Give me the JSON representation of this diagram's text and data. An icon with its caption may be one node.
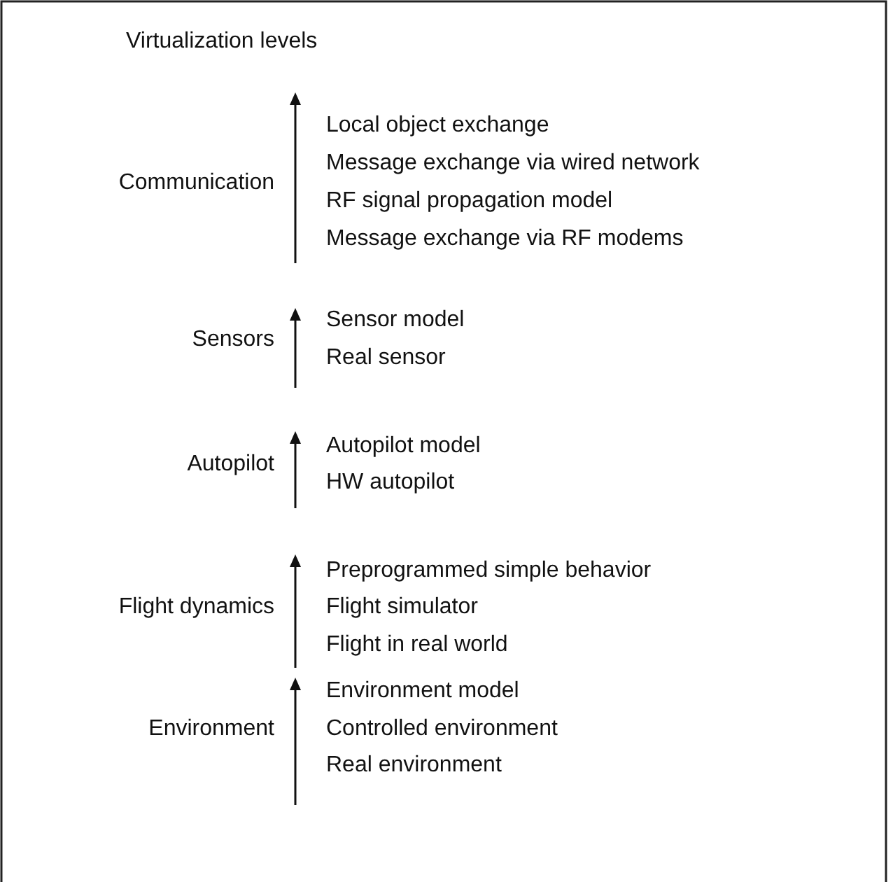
{
  "diagram": {
    "title": "Virtualization levels",
    "labels": [
      "Communication",
      "Local object exchange",
      "Message exchange via wired network",
      "RF signal propagation model",
      "Message exchange via RF modems",
      "Sensors",
      "Sensor model",
      "Real sensor",
      "Autopilot",
      "Autopilot model",
      "HW autopilot",
      "Flight dynamics",
      "Preprogrammed simple behavior",
      "Flight simulator",
      "Flight in real world",
      "Environment",
      "Environment model",
      "Controlled environment",
      "Real environment"
    ]
  }
}
